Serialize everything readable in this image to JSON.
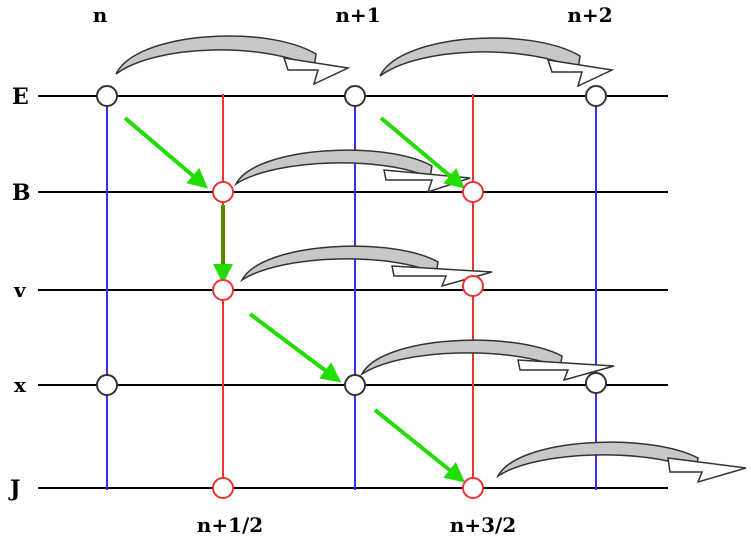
{
  "diagram": {
    "time_labels_top": [
      "n",
      "n+1",
      "n+2"
    ],
    "time_labels_bottom": [
      "n+1/2",
      "n+3/2"
    ],
    "row_labels": [
      "E",
      "B",
      "v",
      "x",
      "J"
    ],
    "colors": {
      "integer_step_line": "#3333ee",
      "half_step_line": "#ee3333",
      "update_arrow": "#22dd00",
      "advance_arrow_fill": "#c8c8c8"
    }
  }
}
